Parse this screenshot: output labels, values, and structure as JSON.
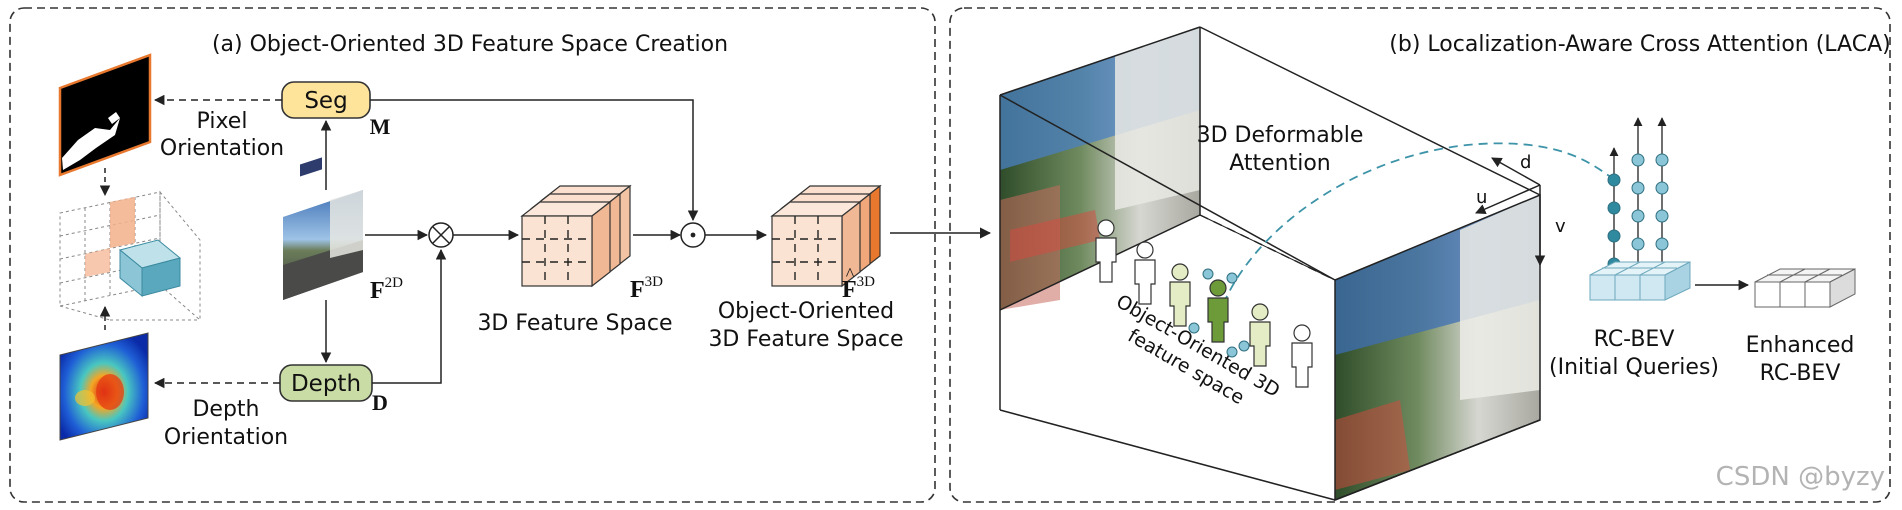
{
  "panel_a": {
    "title": "(a) Object-Oriented 3D Feature Space Creation",
    "seg_label": "Seg",
    "seg_symbol": "M",
    "depth_label": "Depth",
    "depth_symbol": "D",
    "pixel_orientation_line1": "Pixel",
    "pixel_orientation_line2": "Orientation",
    "depth_orientation_line1": "Depth",
    "depth_orientation_line2": "Orientation",
    "f2d_base": "F",
    "f2d_sup": "2D",
    "f3d_base": "F",
    "f3d_sup": "3D",
    "fhat_base": "F",
    "fhat_hat": "^",
    "fhat_sup": "3D",
    "feature_space_label": "3D Feature Space",
    "oo_space_line1": "Object-Oriented",
    "oo_space_line2": "3D Feature Space",
    "multiply_symbol": "⊗",
    "dot_symbol": "·"
  },
  "panel_b": {
    "title": "(b) Localization-Aware Cross Attention (LACA)",
    "deformable_line1": "3D Deformable",
    "deformable_line2": "Attention",
    "floor_text_line1": "Object-Oriented 3D",
    "floor_text_line2": "feature space",
    "axis_d": "d",
    "axis_u": "u",
    "axis_v": "v",
    "rcbev_line1": "RC-BEV",
    "rcbev_line2": "(Initial Queries)",
    "enhanced_line1": "Enhanced",
    "enhanced_line2": "RC-BEV"
  },
  "watermark": "CSDN @byzy",
  "colors": {
    "seg_fill": "#fde49a",
    "depth_fill": "#c9dca5",
    "cube_fill": "#fbe0cf",
    "cube_dark": "#f0a77a",
    "cube_highlight": "#e8782e",
    "bev_fill": "#d6ecf4",
    "node_fill": "#8ac6d8",
    "node_dark": "#2f8a9f",
    "attention_dash": "#3d93a8",
    "person_fill": "#ffffff",
    "person_light": "#e3ecc4",
    "person_dark": "#6e9b3a"
  }
}
